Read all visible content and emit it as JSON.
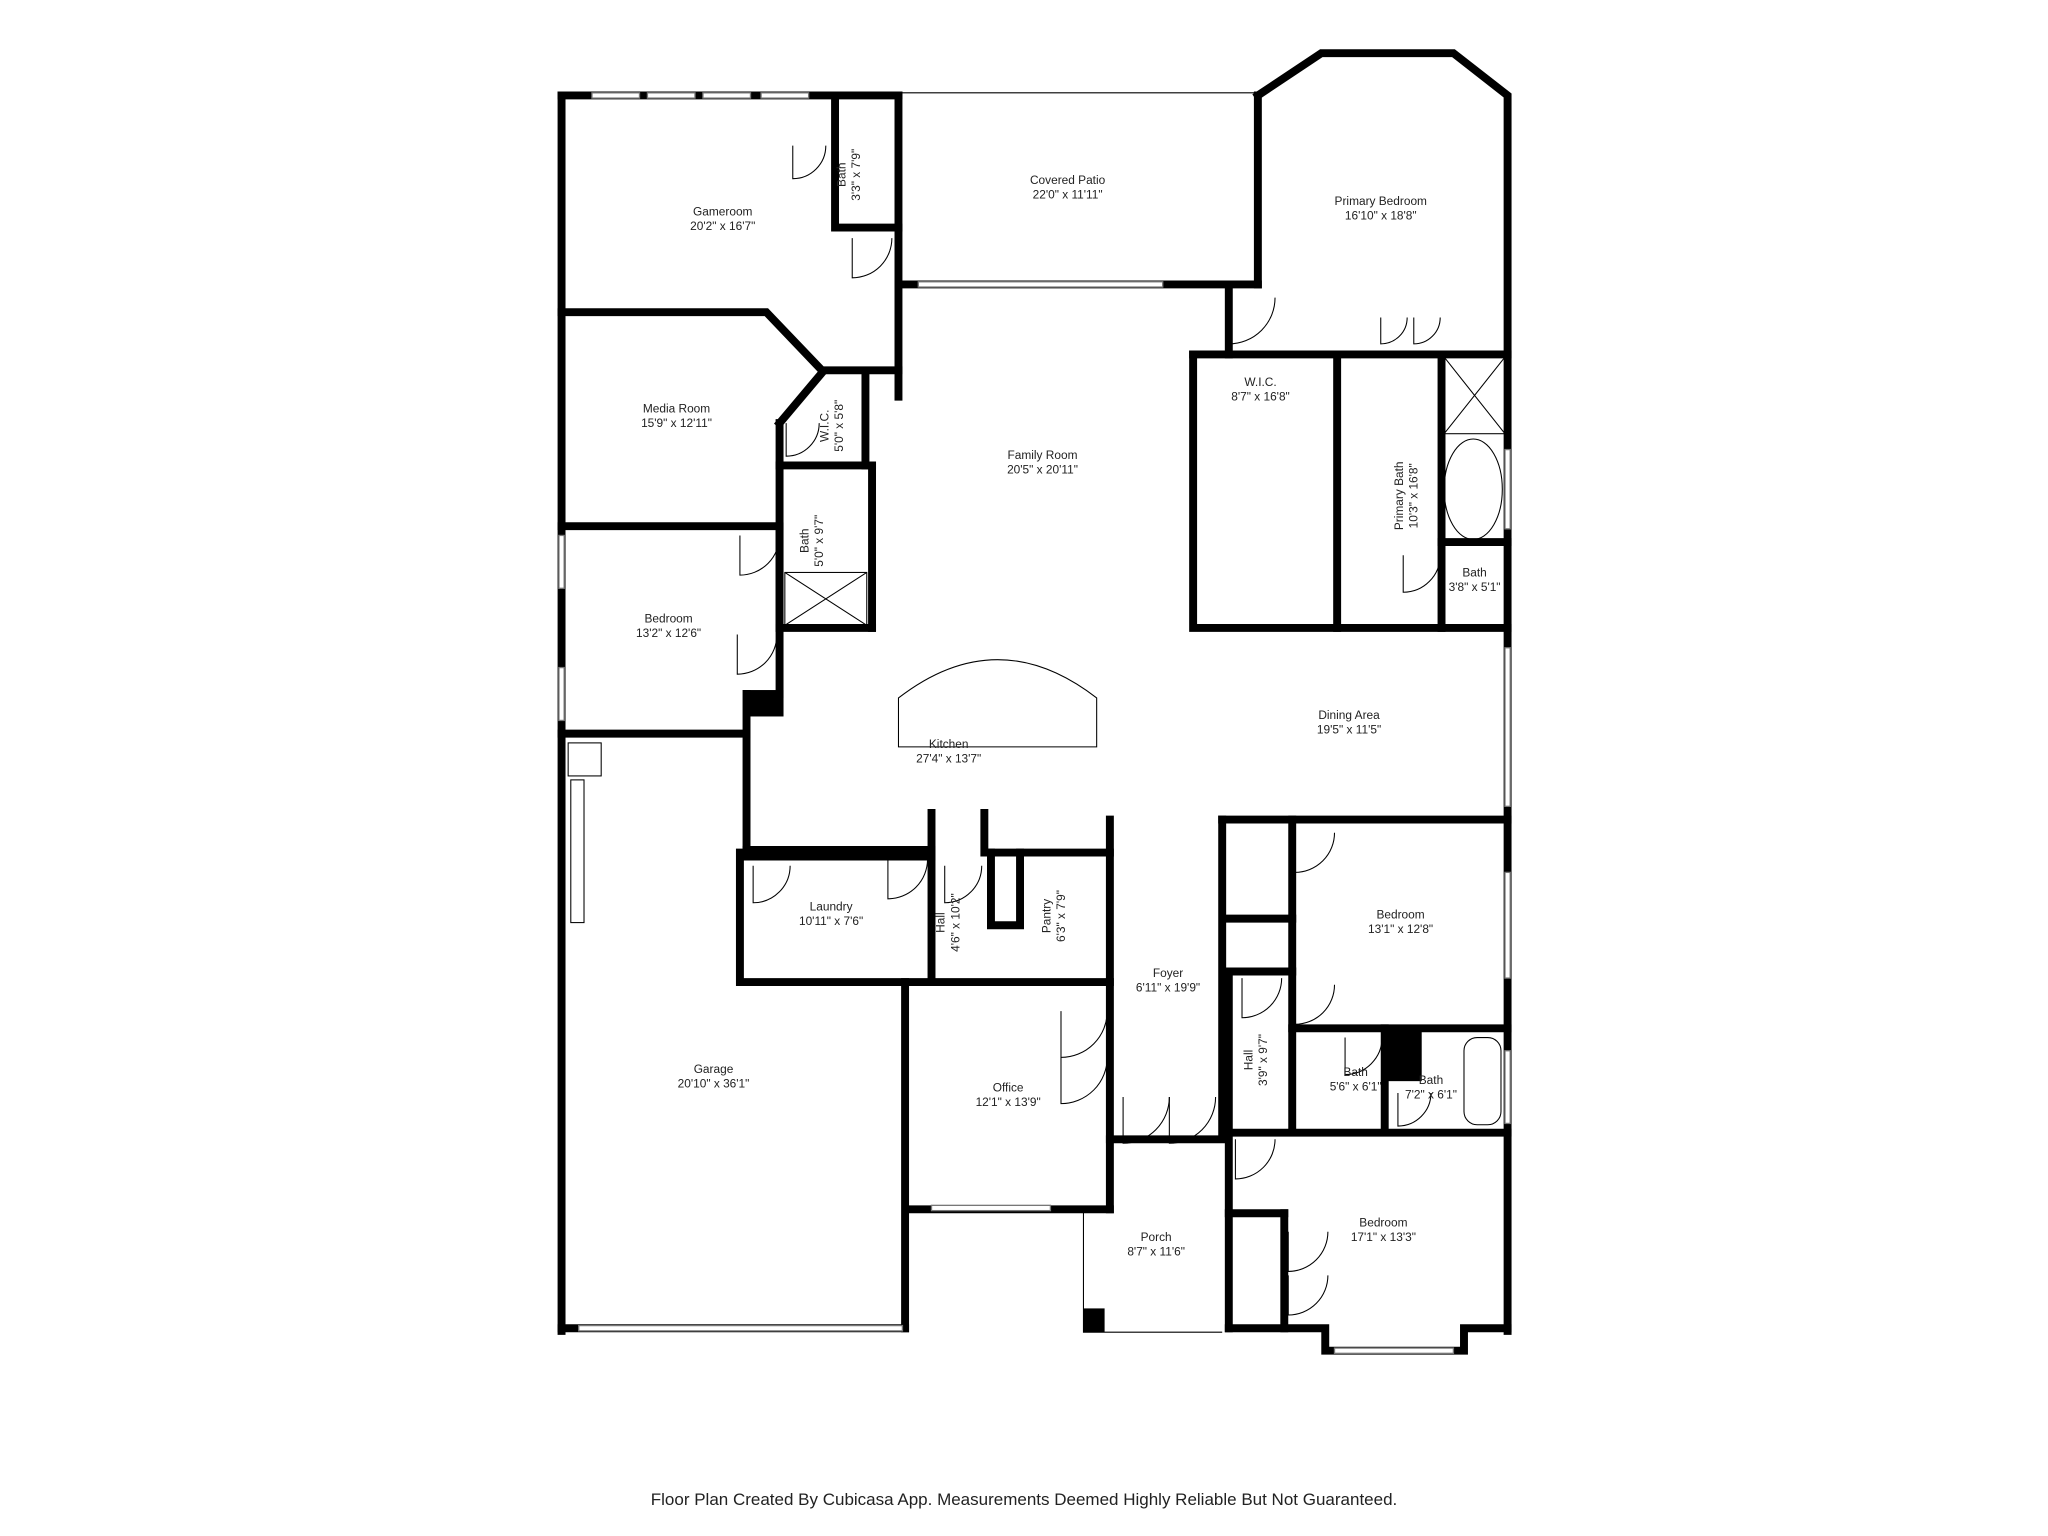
{
  "rooms": [
    {
      "name": "Gameroom",
      "dims": "20'2\" x 16'7\""
    },
    {
      "name": "Covered Patio",
      "dims": "22'0\" x 11'11\""
    },
    {
      "name": "Primary Bedroom",
      "dims": "16'10\" x 18'8\""
    },
    {
      "name": "Bath",
      "dims": "3'3\" x 7'9\""
    },
    {
      "name": "Media Room",
      "dims": "15'9\" x 12'11\""
    },
    {
      "name": "W.I.C.",
      "dims": "5'0\" x 5'8\""
    },
    {
      "name": "Family Room",
      "dims": "20'5\" x 20'11\""
    },
    {
      "name": "W.I.C.",
      "dims": "8'7\" x 16'8\""
    },
    {
      "name": "Primary Bath",
      "dims": "10'3\" x 16'8\""
    },
    {
      "name": "Bath",
      "dims": "5'0\" x 9'7\""
    },
    {
      "name": "Bath",
      "dims": "3'8\" x 5'1\""
    },
    {
      "name": "Bedroom",
      "dims": "13'2\" x 12'6\""
    },
    {
      "name": "Dining Area",
      "dims": "19'5\" x 11'5\""
    },
    {
      "name": "Kitchen",
      "dims": "27'4\" x 13'7\""
    },
    {
      "name": "Laundry",
      "dims": "10'11\" x 7'6\""
    },
    {
      "name": "Hall",
      "dims": "4'6\" x 10'2\""
    },
    {
      "name": "Pantry",
      "dims": "6'3\" x 7'9\""
    },
    {
      "name": "Bedroom",
      "dims": "13'1\" x 12'8\""
    },
    {
      "name": "Foyer",
      "dims": "6'11\" x 19'9\""
    },
    {
      "name": "Office",
      "dims": "12'1\" x 13'9\""
    },
    {
      "name": "Hall",
      "dims": "3'9\" x 9'7\""
    },
    {
      "name": "Bath",
      "dims": "5'6\" x 6'1\""
    },
    {
      "name": "Bath",
      "dims": "7'2\" x 6'1\""
    },
    {
      "name": "Garage",
      "dims": "20'10\" x 36'1\""
    },
    {
      "name": "Porch",
      "dims": "8'7\" x 11'6\""
    },
    {
      "name": "Bedroom",
      "dims": "17'1\" x 13'3\""
    }
  ],
  "footer": "Floor Plan Created By Cubicasa App. Measurements Deemed Highly Reliable But Not Guaranteed."
}
